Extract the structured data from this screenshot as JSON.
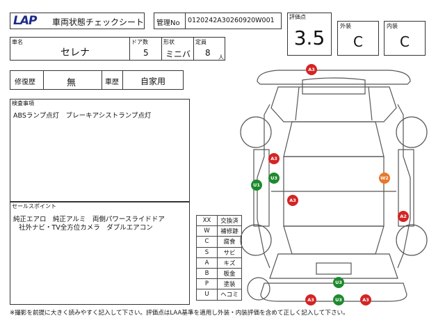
{
  "header": {
    "logo_text": "LAP",
    "title": "車両状態チェックシート",
    "mgmt_label": "管理No",
    "mgmt_value": "0120242A30260920W001"
  },
  "scores": {
    "total_label": "評価点",
    "total_value": "3.5",
    "exterior_label": "外装",
    "exterior_value": "C",
    "interior_label": "内装",
    "interior_value": "C"
  },
  "vehicle": {
    "name_label": "車名",
    "name_value": "セレナ",
    "doors_label": "ドア数",
    "doors_value": "5",
    "shape_label": "形状",
    "shape_value": "ミニバ",
    "capacity_label": "定員",
    "capacity_value": "8",
    "capacity_unit": "人"
  },
  "history": {
    "repair_label": "修復歴",
    "repair_value": "無",
    "usage_label": "車歴",
    "usage_value": "自家用"
  },
  "inspection": {
    "label": "検査事項",
    "text": "ABSランプ点灯　ブレーキアシストランプ点灯"
  },
  "sales": {
    "label": "セールスポイント",
    "line1": "純正エアロ　純正アルミ　両側パワースライドドア",
    "line2": "社外ナビ・TV全方位カメラ　ダブルエアコン"
  },
  "legend": [
    {
      "code": "XX",
      "meaning": "交換済"
    },
    {
      "code": "W",
      "meaning": "補修跡"
    },
    {
      "code": "C",
      "meaning": "腐食"
    },
    {
      "code": "S",
      "meaning": "サビ"
    },
    {
      "code": "A",
      "meaning": "キズ"
    },
    {
      "code": "B",
      "meaning": "板金"
    },
    {
      "code": "P",
      "meaning": "塗装"
    },
    {
      "code": "U",
      "meaning": "ヘコミ"
    }
  ],
  "markers": {
    "m1": "A3",
    "m2": "A3",
    "m3": "U3",
    "m4": "U1",
    "m5": "W2",
    "m6": "A3",
    "m7": "A2",
    "m8": "U3",
    "m9": "A3",
    "m10": "U3",
    "m11": "A3"
  },
  "colors": {
    "red": "#d42424",
    "green": "#1e8a2e",
    "orange": "#e8772a"
  },
  "footer": "※撮影を前提に大きく読みやすく記入して下さい。評価点はLAA基準を適用し外装・内装評価を含めて正しく記入して下さい。"
}
